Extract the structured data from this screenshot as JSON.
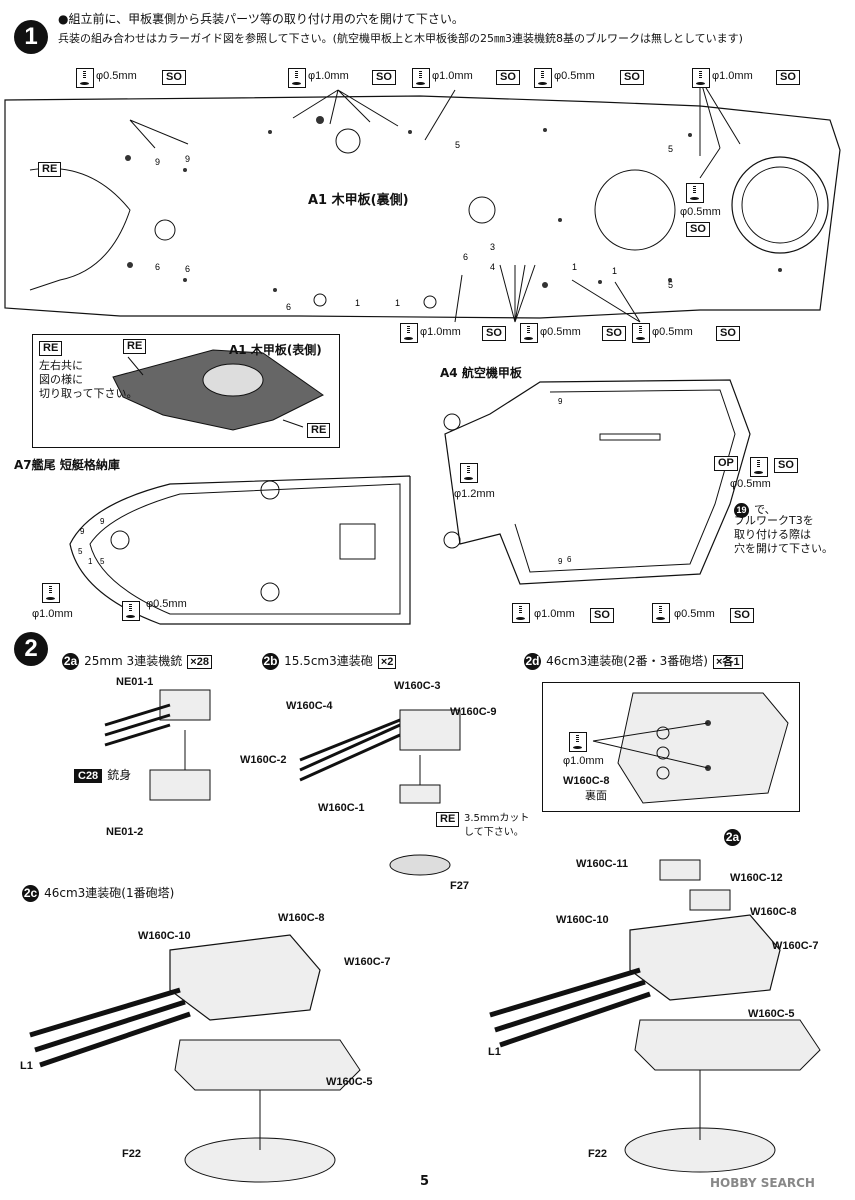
{
  "step1": {
    "number": "1",
    "note_line1": "●組立前に、甲板裏側から兵装パーツ等の取り付け用の穴を開けて下さい。",
    "note_line2": "兵装の組み合わせはカラーガイド図を参照して下さい。(航空機甲板上と木甲板後部の25㎜3連装機銃8基のブルワークは無しとしています)",
    "a1_back_label": "A1 木甲板(裏側)",
    "a1_front_label": "A1 木甲板(表側)",
    "re_note": [
      "左右共に",
      "図の様に",
      "切り取って下さい。"
    ],
    "re": "RE",
    "so": "SO",
    "op": "OP",
    "hole_05": "φ0.5mm",
    "hole_10": "φ1.0mm",
    "hole_12": "φ1.2mm",
    "a4_label": "A4 航空機甲板",
    "a7_label": "A7艦尾 短艇格納庫",
    "bulwark_note": [
      "で、",
      "ブルワークT3を",
      "取り付ける際は",
      "穴を開けて下さい。"
    ],
    "bulwark_ref": "19"
  },
  "step2": {
    "number": "2",
    "sub_a": {
      "tag": "2a",
      "title": "25mm 3連装機銃",
      "qty": "×28",
      "parts": [
        "NE01-1",
        "NE01-2"
      ],
      "gun_code": "C28",
      "gun_label": "銃身"
    },
    "sub_b": {
      "tag": "2b",
      "title": "15.5cm3連装砲",
      "qty": "×2",
      "parts": [
        "W160C-3",
        "W160C-4",
        "W160C-9",
        "W160C-2",
        "W160C-1",
        "F27"
      ],
      "cut_note": [
        "3.5mmカット",
        "して下さい。"
      ]
    },
    "sub_c": {
      "tag": "2c",
      "title": "46cm3連装砲(1番砲塔)",
      "parts": [
        "W160C-8",
        "W160C-10",
        "W160C-7",
        "L1",
        "W160C-5",
        "F22"
      ]
    },
    "sub_d": {
      "tag": "2d",
      "title": "46cm3連装砲(2番・3番砲塔)",
      "qty": "×各1",
      "parts": [
        "W160C-8",
        "裏面",
        "W160C-11",
        "W160C-12",
        "W160C-10",
        "W160C-8",
        "W160C-7",
        "W160C-5",
        "L1",
        "F22"
      ],
      "ref": "2a"
    }
  },
  "page_number": "5",
  "watermark": "HOBBY SEARCH"
}
